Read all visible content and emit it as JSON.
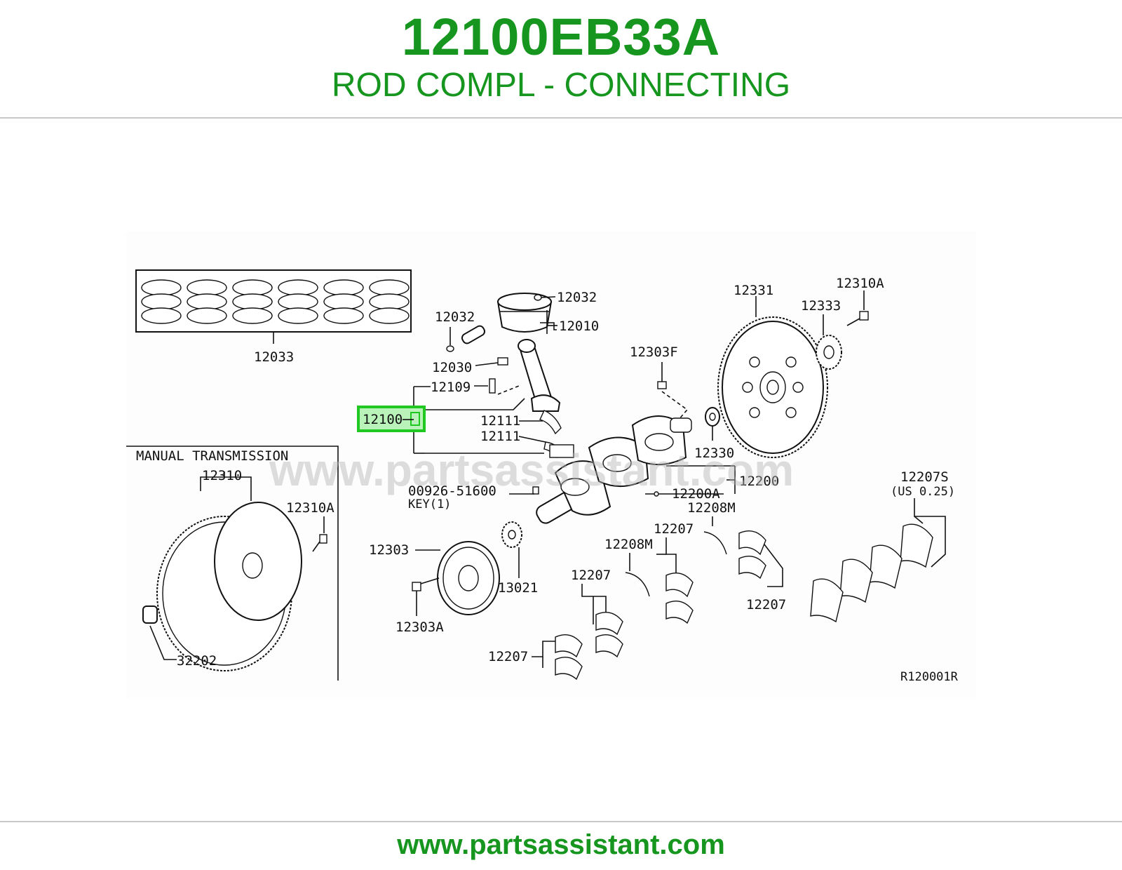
{
  "header": {
    "part_number": "12100EB33A",
    "part_description": "ROD COMPL - CONNECTING"
  },
  "footer": {
    "website": "www.partsassistant.com"
  },
  "diagram": {
    "watermark": "www.partsassistant.com",
    "reference_code": "R120001R",
    "inset_title": "MANUAL TRANSMISSION",
    "highlighted_part": "12100",
    "highlight_color": "#22c822",
    "labels": {
      "piston_ring_set": "12033",
      "piston_clip_right": "12032",
      "piston_clip_left": "12032",
      "piston": "12010",
      "piston_pin": "12030",
      "rod_bolt": "12109",
      "connecting_rod": "12100",
      "rod_bearing_upper": "12111",
      "rod_bearing_lower": "12111",
      "flywheel_ring": "12331",
      "flywheel_plate": "12333",
      "flywheel_bolt": "12310A",
      "pilot_pin": "12303F",
      "crank_seal": "12330",
      "crankshaft": "12200",
      "crankshaft_sub": "12200A",
      "key_number": "00926-51600",
      "key_text": "KEY(1)",
      "thrust_bearing_standard": "12207S",
      "thrust_bearing_oversize": "(US 0.25)",
      "thrust_washer_a": "12208M",
      "thrust_washer_b": "12208M",
      "main_bearing_a": "12207",
      "main_bearing_b": "12207",
      "main_bearing_c": "12207",
      "main_bearing_d": "12207",
      "pulley": "12303",
      "pulley_bolt": "12303A",
      "sprocket": "13021",
      "mt_flywheel": "12310",
      "mt_flywheel_bolt": "12310A",
      "pilot_bushing": "32202"
    }
  }
}
